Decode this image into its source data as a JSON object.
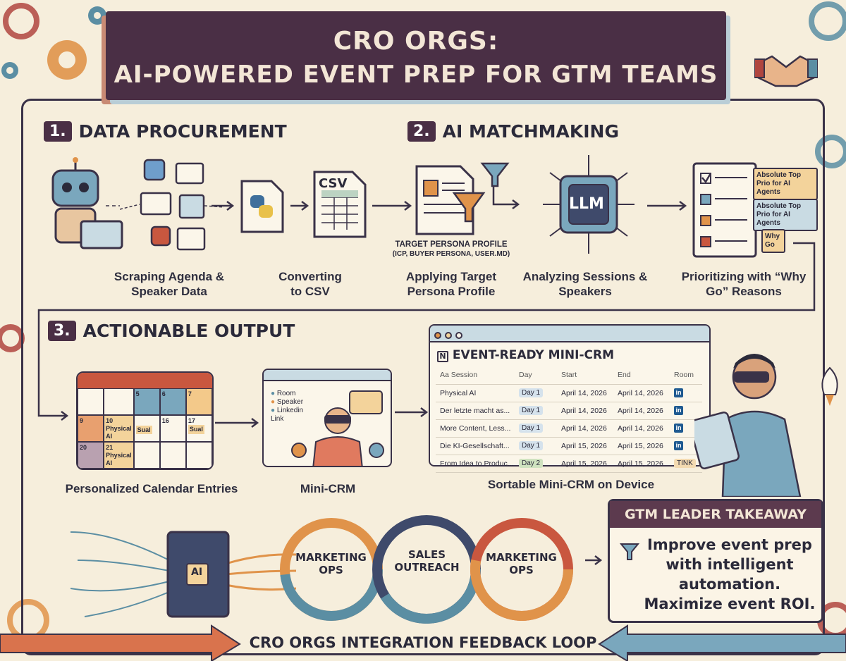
{
  "header": {
    "title_line1": "CRO ORGS:",
    "title_line2": "AI-POWERED EVENT PREP FOR GTM TEAMS"
  },
  "sections": {
    "s1": {
      "num": "1.",
      "title": "DATA PROCUREMENT"
    },
    "s2": {
      "num": "2.",
      "title": "AI MATCHMAKING"
    },
    "s3": {
      "num": "3.",
      "title": "ACTIONABLE OUTPUT"
    }
  },
  "steps": {
    "scrape": "Scraping Agenda & Speaker Data",
    "csv": "Converting to CSV",
    "csv_label": "CSV",
    "persona_note_1": "TARGET PERSONA PROFILE",
    "persona_note_2": "(ICP, BUYER PERSONA, USER.MD)",
    "persona": "Applying Target Persona Profile",
    "llm_label": "LLM",
    "analyze": "Analyzing Sessions & Speakers",
    "prioritize": "Prioritizing with “Why Go” Reasons",
    "tag1": "Absolute Top Prio for AI Agents",
    "tag2": "Absolute Top Prio for AI Agents",
    "tag3": "Why Go"
  },
  "calendar": {
    "caption": "Personalized Calendar Entries",
    "cells": [
      "5",
      "6",
      "7",
      "9",
      "10",
      "Physical AI",
      "Sual",
      "16",
      "17",
      "Sual",
      "20",
      "21",
      "Physical AI"
    ]
  },
  "minicrm": {
    "caption": "Mini-CRM",
    "legend": [
      "Room",
      "Speaker",
      "Linkedin",
      "Link"
    ]
  },
  "crm": {
    "caption": "Sortable Mini-CRM on Device",
    "title": "EVENT-READY MINI-CRM",
    "columns": [
      "Aa Session",
      "Day",
      "Start",
      "End",
      "Room"
    ],
    "rows": [
      {
        "session": "Physical AI",
        "day": "Day 1",
        "start": "April 14, 2026",
        "end": "April 14, 2026",
        "room": "in"
      },
      {
        "session": "Der letzte macht as...",
        "day": "Day 1",
        "start": "April 14, 2026",
        "end": "April 14, 2026",
        "room": "in"
      },
      {
        "session": "More Content, Less...",
        "day": "Day 1",
        "start": "April 14, 2026",
        "end": "April 14, 2026",
        "room": "in"
      },
      {
        "session": "Die KI-Gesellschaft...",
        "day": "Day 1",
        "start": "April 15, 2026",
        "end": "April 15, 2026",
        "room": "in"
      },
      {
        "session": "From Idea to Produc...",
        "day": "Day 2",
        "start": "April 15, 2026",
        "end": "April 15, 2026",
        "room": "TINK"
      }
    ]
  },
  "loop": {
    "ring1": "MARKETING OPS",
    "ring2": "SALES OUTREACH",
    "ring3": "MARKETING OPS",
    "chip": "AI",
    "footer": "CRO ORGS INTEGRATION FEEDBACK LOOP"
  },
  "takeaway": {
    "heading": "GTM LEADER TAKEAWAY",
    "body": "Improve event prep with intelligent automation. Maximize event ROI."
  },
  "colors": {
    "navy": "#4a2f45",
    "teal": "#5b8ea3",
    "orange": "#e0934a",
    "cream": "#f6eedc"
  },
  "icons": [
    "robot-icon",
    "python-icon",
    "csv-icon",
    "document-icon",
    "funnel-icon",
    "llm-chip-icon",
    "checklist-icon",
    "calendar-icon",
    "person-vr-icon",
    "gear-icon",
    "handshake-icon",
    "rocket-icon"
  ]
}
